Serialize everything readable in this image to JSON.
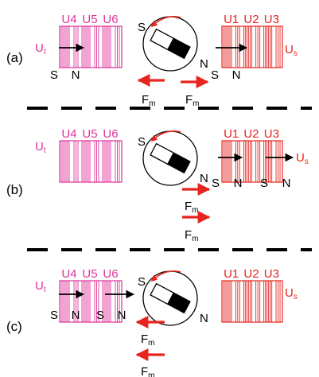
{
  "colors": {
    "pink": "#e0339b",
    "red": "#e8241f",
    "black": "#000000",
    "white": "#ffffff"
  },
  "coil_labels": {
    "left": [
      "U4",
      "U5",
      "U6"
    ],
    "right": [
      "U1",
      "U2",
      "U3"
    ]
  },
  "voltage_labels": {
    "left_main": "U",
    "left_sub": "t",
    "right_main": "U",
    "right_sub": "s"
  },
  "force_label": {
    "main": "F",
    "sub": "m"
  },
  "panels": [
    {
      "label": "(a)",
      "poles_under_left": [
        "S",
        "N"
      ],
      "poles_under_right": [
        "S",
        "N"
      ],
      "magnet_pole_upper": "S",
      "magnet_pole_lower": "N"
    },
    {
      "label": "(b)",
      "poles_under_right": [
        "S",
        "N",
        "S",
        "N"
      ],
      "magnet_pole_upper": "S",
      "magnet_pole_lower": "N"
    },
    {
      "label": "(c)",
      "poles_under_left": [
        "S",
        "N",
        "S",
        "N"
      ],
      "magnet_pole_upper": "S",
      "magnet_pole_lower": "N"
    }
  ]
}
